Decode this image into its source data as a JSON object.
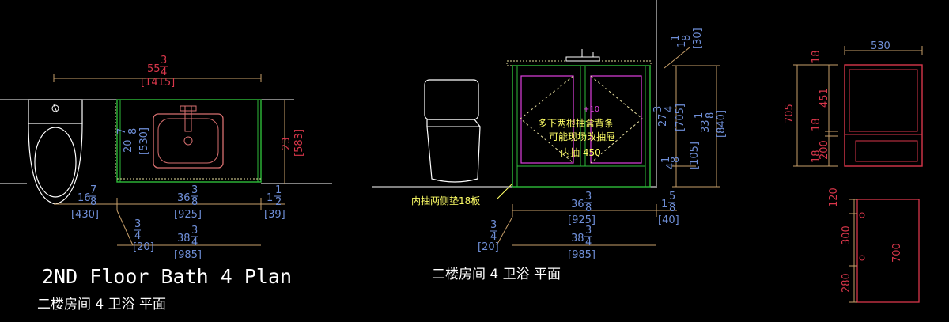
{
  "drawing": {
    "plan_title_en": "2ND Floor Bath 4 Plan",
    "plan_title_cn": "二楼房间 4 卫浴 平面",
    "elevation_title_cn": "二楼房间 4 卫浴 平面"
  },
  "plan": {
    "overall_width_frac_whole": "55",
    "overall_width_frac_num": "3",
    "overall_width_frac_den": "4",
    "overall_width_mm": "[1415]",
    "depth_whole": "20",
    "depth_num": "7",
    "depth_den": "8",
    "depth_mm": "[530]",
    "right_height_whole": "23",
    "right_height_mm": "[583]",
    "left_gap_whole": "16",
    "left_gap_num": "7",
    "left_gap_den": "8",
    "left_gap_mm": "[430]",
    "vanity_whole": "36",
    "vanity_num": "3",
    "vanity_den": "8",
    "vanity_mm": "[925]",
    "right_gap_whole": "1",
    "right_gap_num": "1",
    "right_gap_den": "2",
    "right_gap_mm": "[39]",
    "small_num": "3",
    "small_den": "4",
    "small_mm": "[20]",
    "total_whole": "38",
    "total_num": "3",
    "total_den": "4",
    "total_mm": "[985]"
  },
  "elevation": {
    "note_line1": "多下两根抽盒背条",
    "note_line2": "可能现场改抽屉",
    "note_line3": "内抽 450",
    "note_small": "+10",
    "side_pad_note": "内抽两侧垫18板",
    "top_whole": "1",
    "top_num": "1",
    "top_den": "8",
    "top_mm": "[30]",
    "mid_whole": "27",
    "mid_num": "3",
    "mid_den": "4",
    "mid_mm": "[705]",
    "full_whole": "33",
    "full_num": "1",
    "full_den": "8",
    "full_mm": "[840]",
    "kick_whole": "4",
    "kick_num": "1",
    "kick_den": "8",
    "kick_mm": "[105]",
    "vanity_whole": "36",
    "vanity_num": "3",
    "vanity_den": "8",
    "vanity_mm": "[925]",
    "right_gap_whole": "1",
    "right_gap_num": "5",
    "right_gap_den": "8",
    "right_gap_mm": "[40]",
    "small_num": "3",
    "small_den": "4",
    "small_mm": "[20]",
    "total_whole": "38",
    "total_num": "3",
    "total_den": "4",
    "total_mm": "[985]"
  },
  "section": {
    "width_top": "530",
    "height_total": "705",
    "seg_18_a": "18",
    "seg_451": "451",
    "seg_18_b": "18",
    "seg_200": "200",
    "seg_18_c": "18",
    "plan_120": "120",
    "plan_300": "300",
    "plan_280": "280",
    "plan_700": "700"
  }
}
